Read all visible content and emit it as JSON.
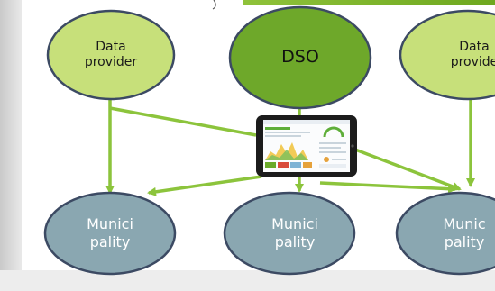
{
  "nodes": {
    "provider_left": {
      "line1": "Data",
      "line2": "provider"
    },
    "dso": {
      "label": "DSO"
    },
    "provider_right": {
      "line1": "Data",
      "line2": "provide"
    },
    "municipality_left": {
      "line1": "Munici",
      "line2": "pality"
    },
    "municipality_center": {
      "line1": "Munici",
      "line2": "pality"
    },
    "municipality_right": {
      "line1": "Munic",
      "line2": "pality"
    }
  },
  "colors": {
    "provider_fill": "#c7e07a",
    "dso_fill": "#6ea82a",
    "node_border": "#3c4a63",
    "municipality_fill": "#8aa7b1",
    "arrow": "#8cc43c"
  },
  "icons": {
    "tablet": "tablet-dashboard-icon"
  }
}
